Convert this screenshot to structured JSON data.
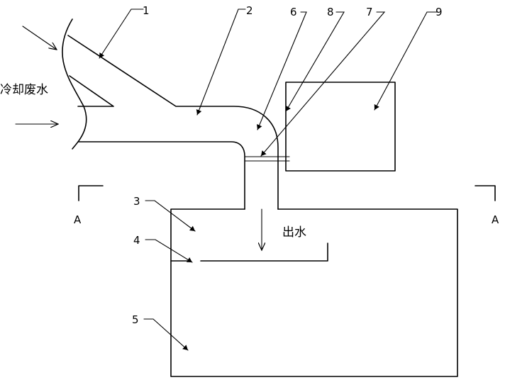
{
  "labels": {
    "n1": "1",
    "n2": "2",
    "n3": "3",
    "n4": "4",
    "n5": "5",
    "n6": "6",
    "n7": "7",
    "n8": "8",
    "n9": "9",
    "section_left": "A",
    "section_right": "A",
    "inlet": "冷却废水",
    "outlet": "出水"
  }
}
